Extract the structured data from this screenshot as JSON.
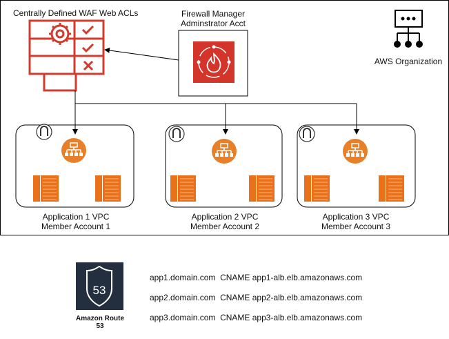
{
  "waf": {
    "title": "Centrally Defined WAF Web ACLs"
  },
  "firewall_manager": {
    "line1": "Firewall Manager",
    "line2": "Adminstrator Acct"
  },
  "org": {
    "label": "AWS Organization"
  },
  "vpcs": [
    {
      "line1": "Application 1 VPC",
      "line2": "Member Account 1"
    },
    {
      "line1": "Application 2 VPC",
      "line2": "Member Account 2"
    },
    {
      "line1": "Application 3 VPC",
      "line2": "Member Account 3"
    }
  ],
  "route53": {
    "badge": "53",
    "label_line1": "Amazon Route",
    "label_line2": "53",
    "records": [
      {
        "host": "app1.domain.com",
        "type": "CNAME",
        "target": "app1-alb.elb.amazonaws.com"
      },
      {
        "host": "app2.domain.com",
        "type": "CNAME",
        "target": "app2-alb.elb.amazonaws.com"
      },
      {
        "host": "app3.domain.com",
        "type": "CNAME",
        "target": "app3-alb.elb.amazonaws.com"
      }
    ]
  },
  "colors": {
    "waf_red": "#D13B2E",
    "firewall_red": "#D4352A",
    "alb_orange": "#E8802A",
    "ec2_orange": "#E8711A",
    "route53_dark": "#232F3E",
    "line": "#000000"
  }
}
